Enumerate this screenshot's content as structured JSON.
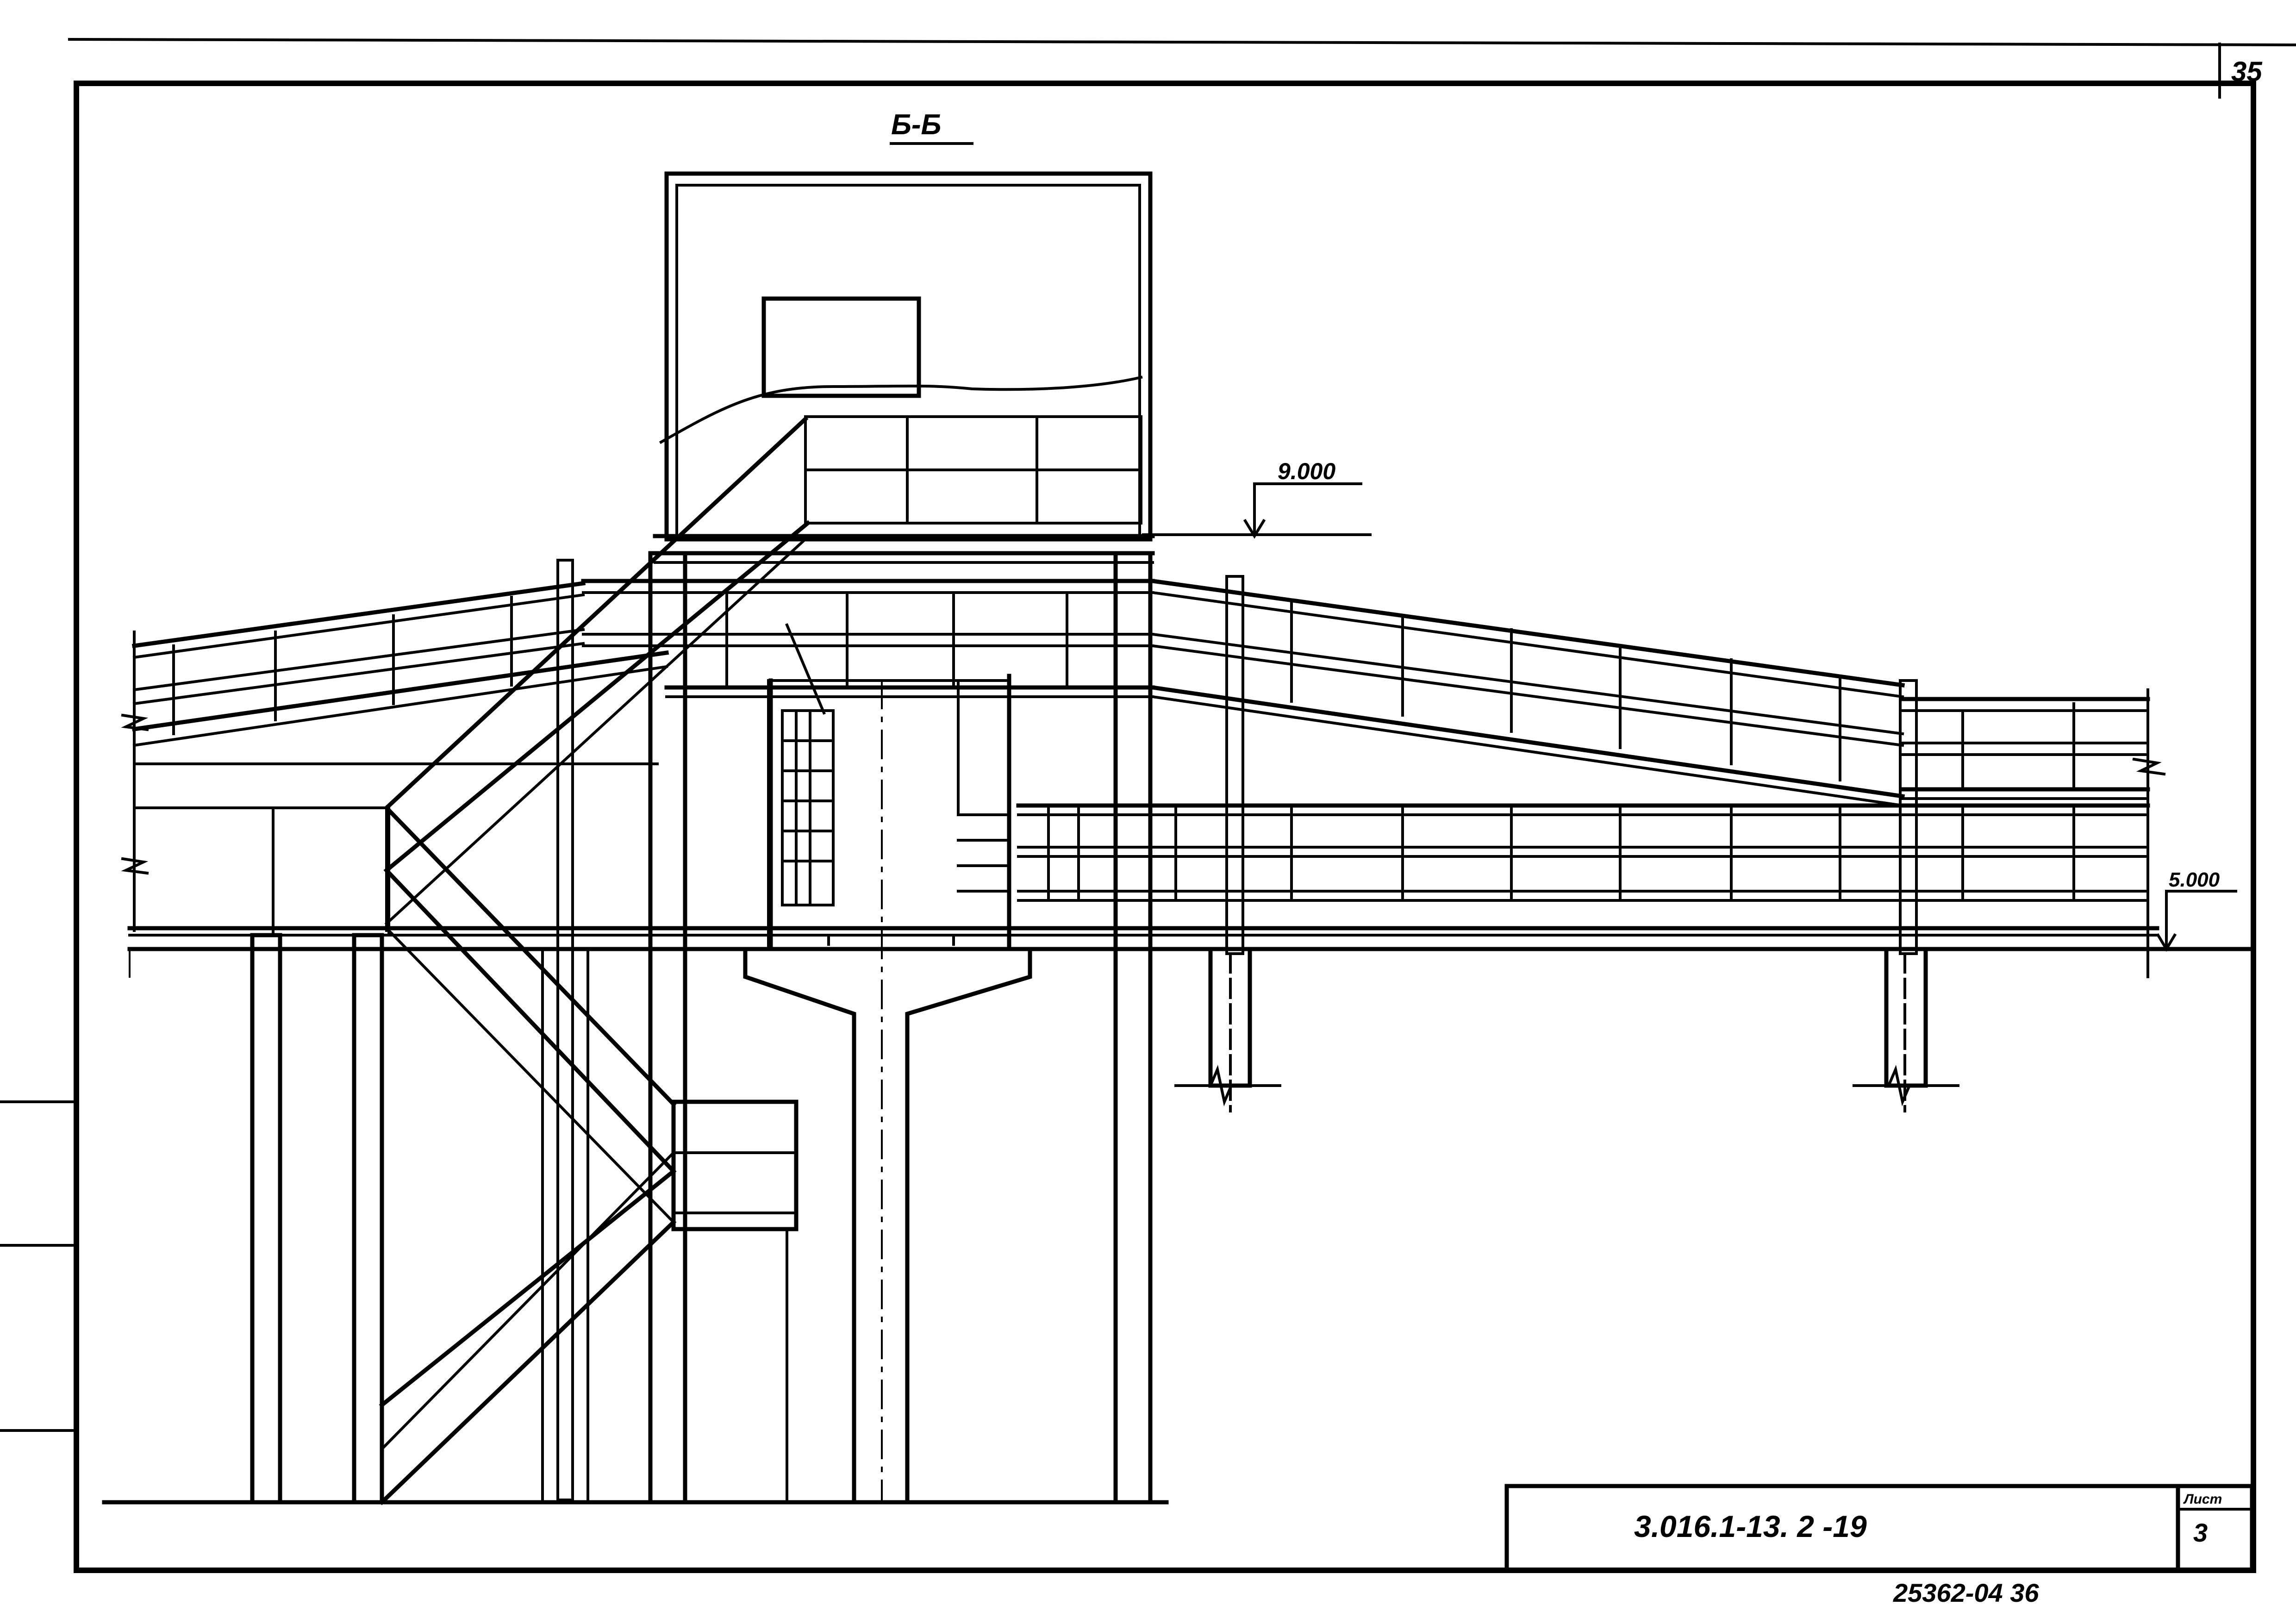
{
  "sheet": {
    "page_number": "35",
    "section_label": "Б-Б",
    "elevation_upper": "9.000",
    "elevation_lower": "5.000",
    "document_code": "3.016.1-13. 2  -19",
    "sheet_label": "Лист",
    "sheet_number": "3",
    "archive_number": "25362-04   36"
  }
}
